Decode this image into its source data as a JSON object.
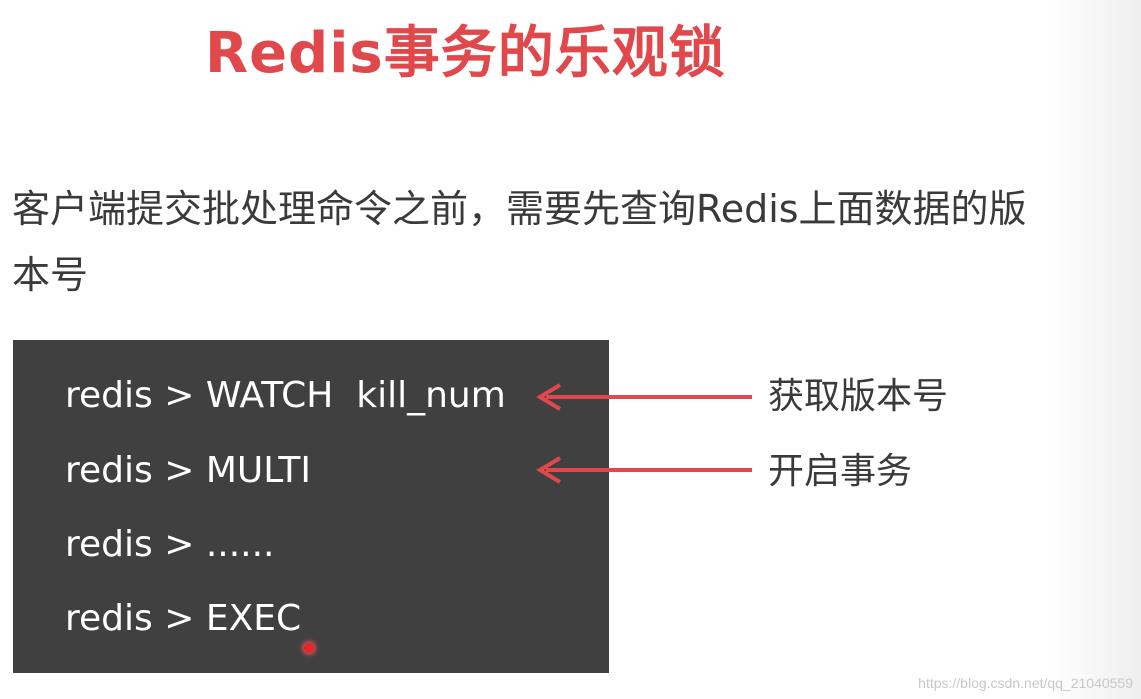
{
  "slide": {
    "title": "Redis事务的乐观锁",
    "description": "客户端提交批处理命令之前，需要先查询Redis上面数据的版本号"
  },
  "terminal": {
    "lines": [
      "redis > WATCH  kill_num",
      "redis > MULTI",
      "redis > ......",
      "redis > EXEC"
    ]
  },
  "annotations": [
    "获取版本号",
    "开启事务"
  ],
  "watermark": "https://blog.csdn.net/qq_21040559",
  "colors": {
    "title": "#e0484b",
    "arrow": "#e0484b",
    "terminal_bg": "#404040",
    "terminal_text": "#ffffff",
    "body_text": "#3a3a3a"
  }
}
